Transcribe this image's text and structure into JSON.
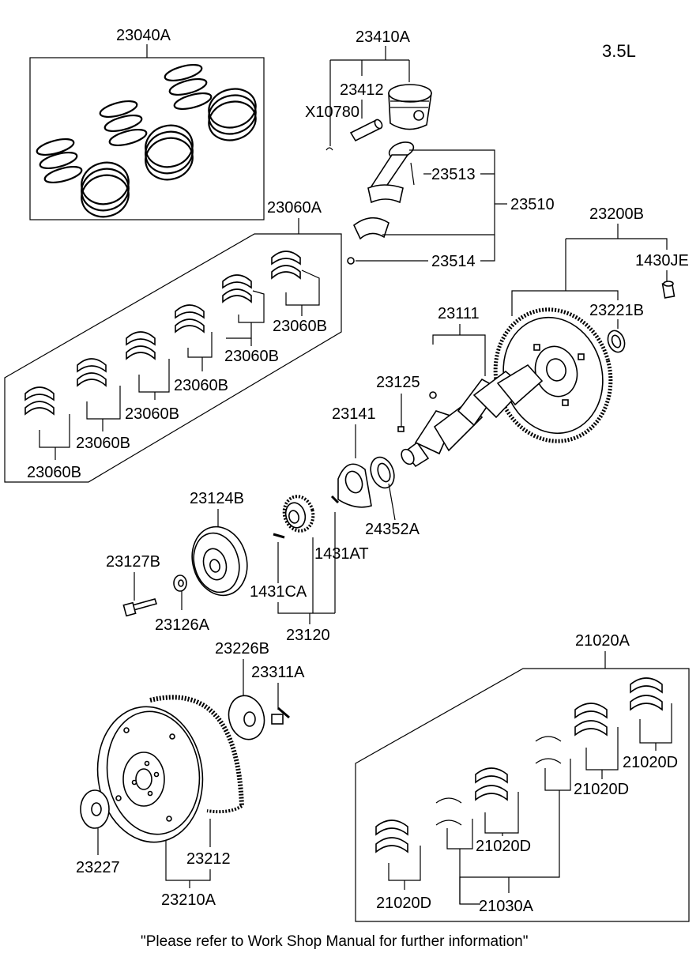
{
  "engine": "3.5L",
  "footer": "\"Please refer to Work Shop Manual for further information\"",
  "labels": {
    "piston_ring_set": "23040A",
    "piston_assy": "23410A",
    "piston": "23412",
    "snap_ring": "X10780",
    "bolt_con_rod": "23513",
    "con_rod_assy": "23510",
    "nut_con_rod": "23514",
    "bearing_set_con_rod": "23060A",
    "bearing_1": "23060B",
    "bearing_2": "23060B",
    "bearing_3": "23060B",
    "bearing_4": "23060B",
    "bearing_5": "23060B",
    "bearing_6": "23060B",
    "flywheel_assy": "23200B",
    "bushing": "1430JE",
    "bearing_pilot": "23221B",
    "crankshaft": "23111",
    "plug": "23125",
    "plate_thrust": "23141",
    "seal": "24352A",
    "sprocket": "23124B",
    "key_at": "1431AT",
    "key_ca": "1431CA",
    "pulley_assy": "23120",
    "bolt_pulley": "23127B",
    "washer": "23126A",
    "spacer": "23226B",
    "bolt_flywheel": "23311A",
    "main_bearing_set": "21020A",
    "main_bearing_1": "21020D",
    "main_bearing_2": "21020D",
    "main_bearing_3": "21020D",
    "main_bearing_4": "21020D",
    "thrust_bearing": "21030A",
    "plate_adapter": "23227",
    "ring_gear": "23212",
    "drive_plate_assy": "23210A"
  }
}
